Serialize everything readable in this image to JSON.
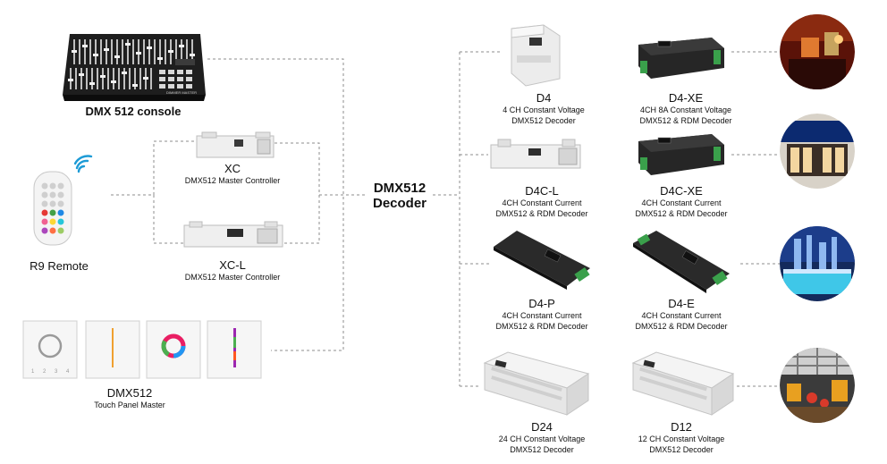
{
  "hub": {
    "line1": "DMX512",
    "line2": "Decoder"
  },
  "inputs": {
    "console": {
      "name": "DMX 512 console",
      "brand": "DIMMER MASTER"
    },
    "remote": {
      "name": "R9 Remote"
    },
    "xc": {
      "name": "XC",
      "desc": "DMX512 Master Controller"
    },
    "xcl": {
      "name": "XC-L",
      "desc": "DMX512 Master Controller"
    },
    "touch": {
      "name": "DMX512",
      "desc": "Touch Panel Master",
      "keys": [
        "1",
        "2",
        "3",
        "4"
      ]
    }
  },
  "decoders": [
    {
      "name": "D4",
      "desc1": "4 CH Constant Voltage",
      "desc2": "DMX512 Decoder"
    },
    {
      "name": "D4-XE",
      "desc1": "4CH 8A Constant Voltage",
      "desc2": "DMX512 & RDM Decoder"
    },
    {
      "name": "D4C-L",
      "desc1": "4CH Constant Current",
      "desc2": "DMX512 & RDM Decoder"
    },
    {
      "name": "D4C-XE",
      "desc1": "4CH Constant Current",
      "desc2": "DMX512 & RDM Decoder"
    },
    {
      "name": "D4-P",
      "desc1": "4CH Constant Current",
      "desc2": "DMX512 & RDM Decoder"
    },
    {
      "name": "D4-E",
      "desc1": "4CH Constant Current",
      "desc2": "DMX512 & RDM Decoder"
    },
    {
      "name": "D24",
      "desc1": "24 CH Constant Voltage",
      "desc2": "DMX512 Decoder"
    },
    {
      "name": "D12",
      "desc1": "12 CH Constant Voltage",
      "desc2": "DMX512 Decoder"
    }
  ],
  "colors": {
    "line": "#8c8c8c",
    "device_dark": "#262626",
    "device_light": "#ededed"
  }
}
